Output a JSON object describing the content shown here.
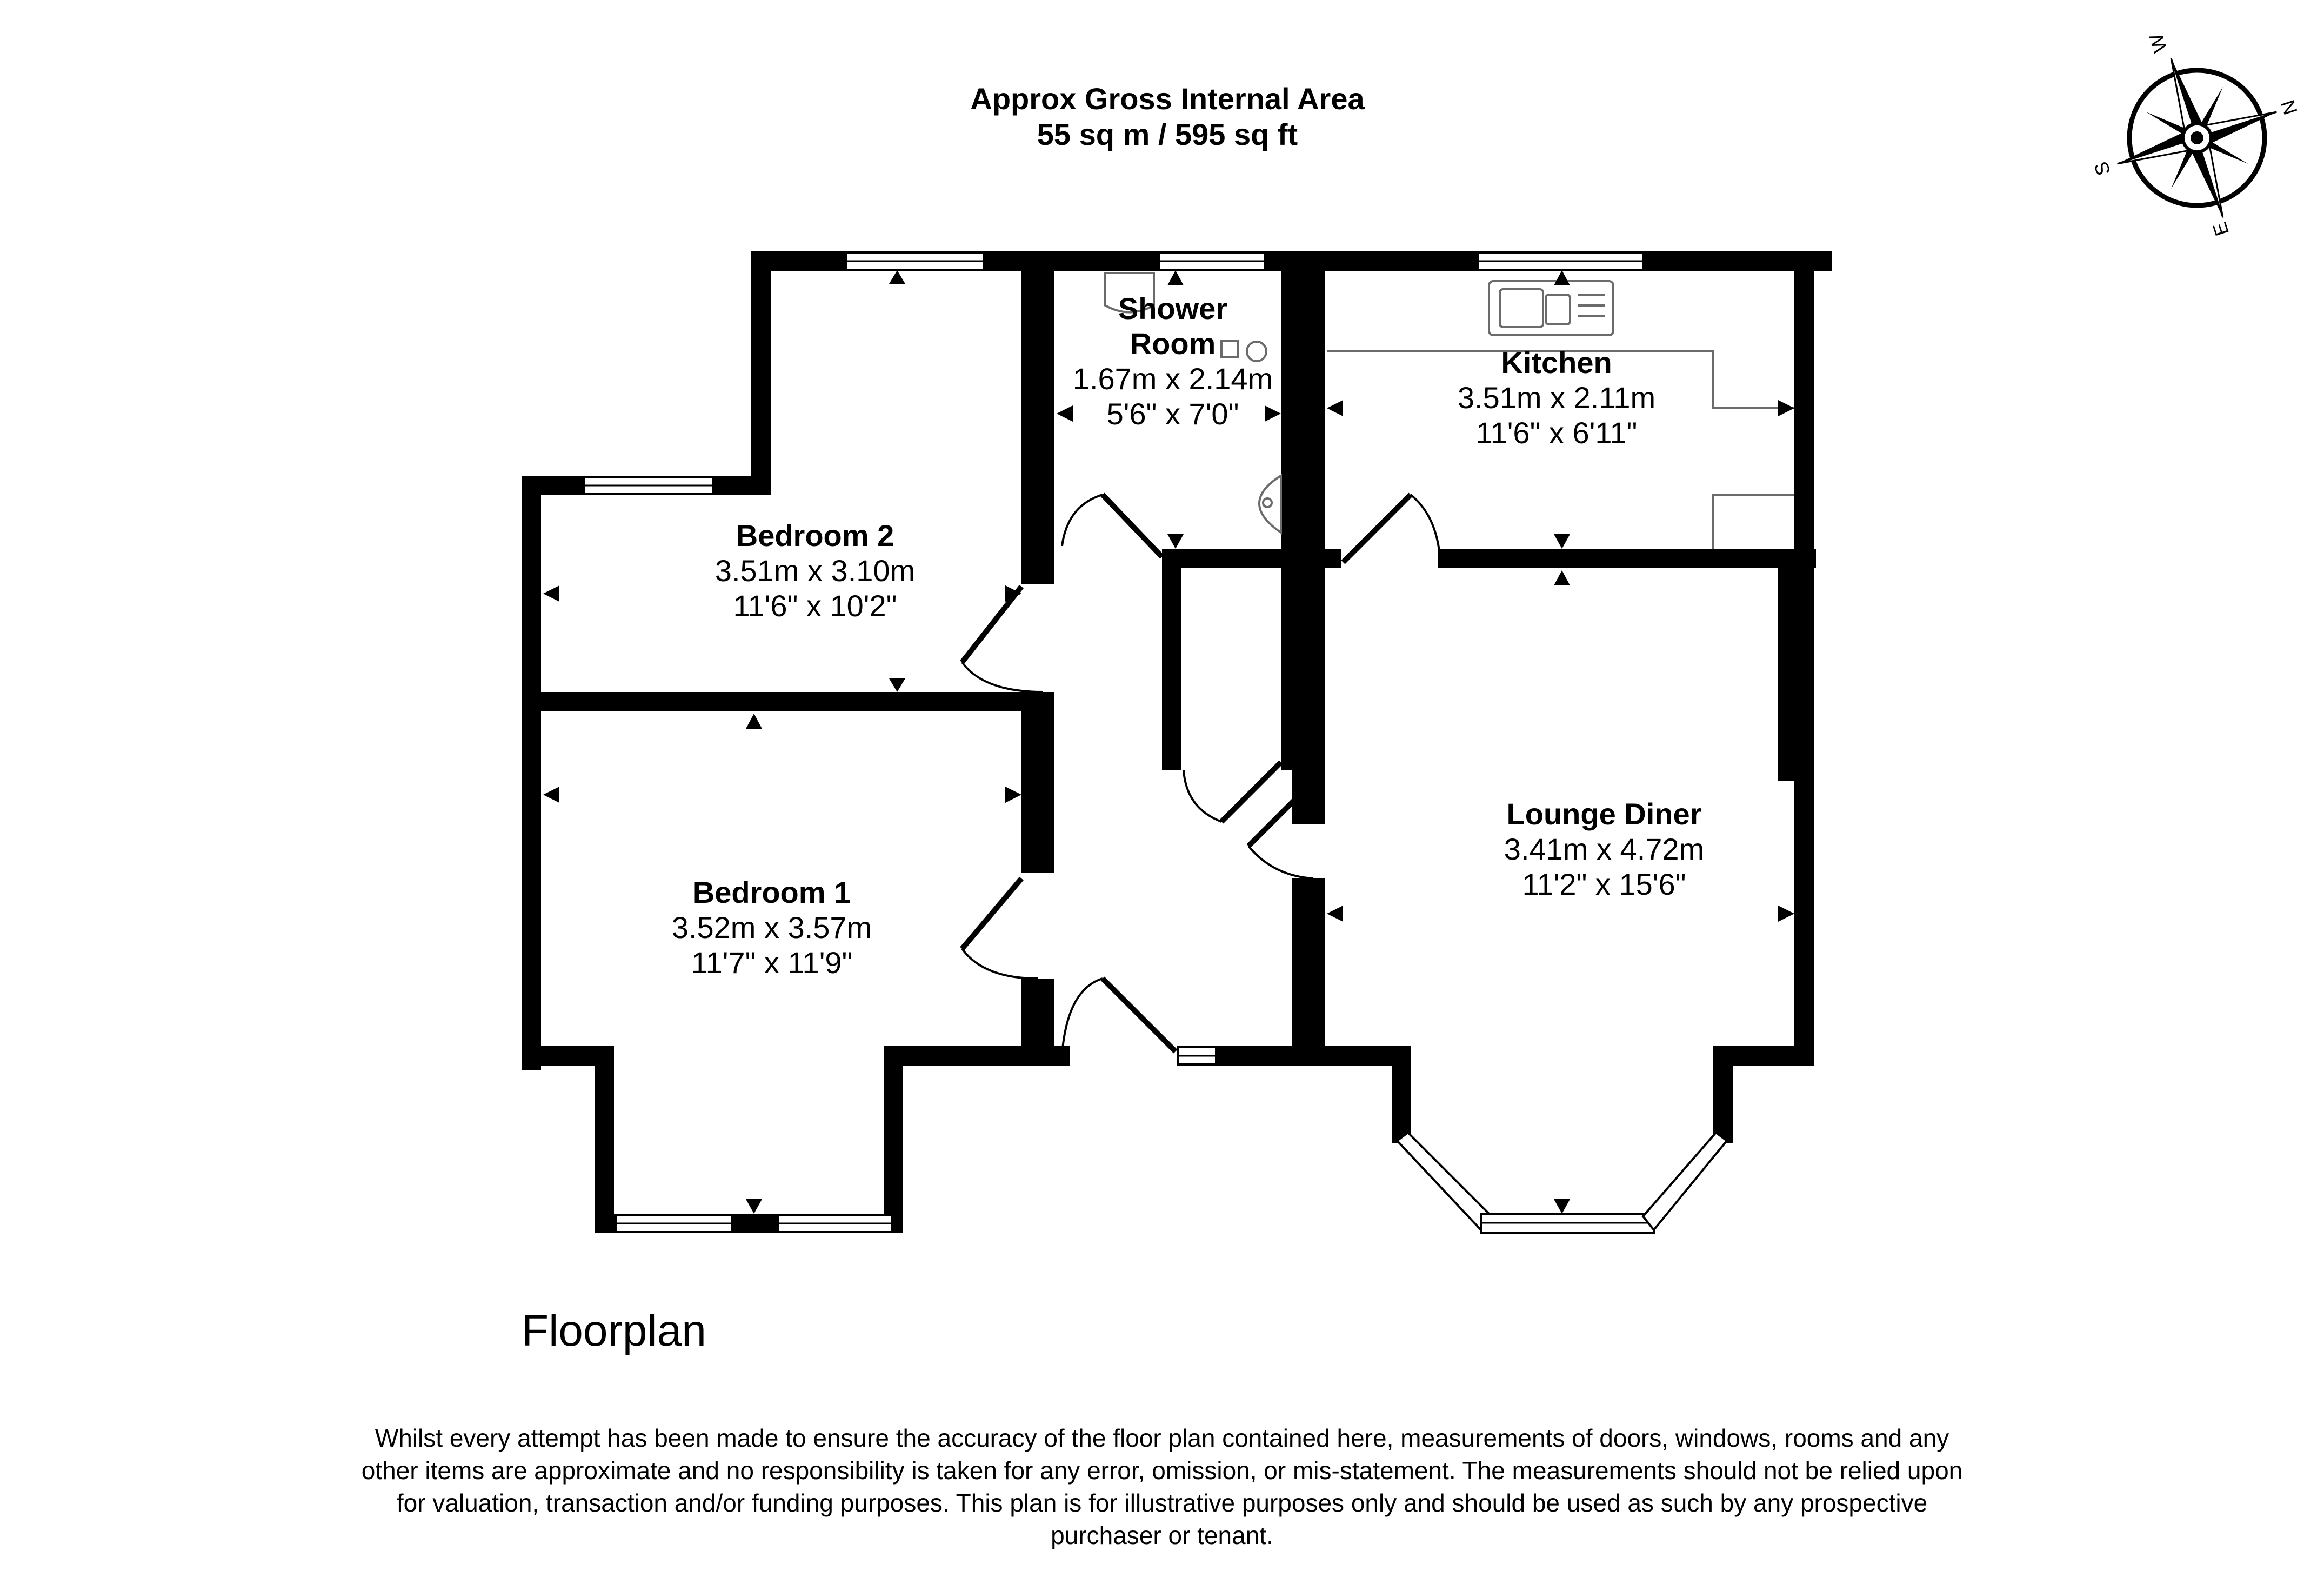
{
  "header": {
    "area_title": "Approx Gross Internal Area",
    "area_value": "55 sq m / 595 sq ft"
  },
  "compass": {
    "n": "N",
    "s": "S",
    "e": "E",
    "w": "W"
  },
  "rooms": [
    {
      "id": "shower-room",
      "name_line1": "Shower",
      "name_line2": "Room",
      "metric": "1.67m x 2.14m",
      "imperial": "5'6\" x 7'0\""
    },
    {
      "id": "kitchen",
      "name": "Kitchen",
      "metric": "3.51m x 2.11m",
      "imperial": "11'6\" x 6'11\""
    },
    {
      "id": "bedroom-2",
      "name": "Bedroom 2",
      "metric": "3.51m x 3.10m",
      "imperial": "11'6\" x 10'2\""
    },
    {
      "id": "bedroom-1",
      "name": "Bedroom 1",
      "metric": "3.52m x 3.57m",
      "imperial": "11'7\" x 11'9\""
    },
    {
      "id": "lounge-diner",
      "name": "Lounge Diner",
      "metric": "3.41m x 4.72m",
      "imperial": "11'2\" x 15'6\""
    }
  ],
  "floor_label": "Floorplan",
  "disclaimer": "Whilst every attempt has been made to ensure the accuracy of the floor plan contained here, measurements of doors, windows, rooms and any other items are approximate and no responsibility is taken for any error, omission, or mis-statement. The measurements should not be relied upon for valuation, transaction and/or funding purposes. This plan is for illustrative purposes only and should be used as such by any prospective purchaser or tenant."
}
